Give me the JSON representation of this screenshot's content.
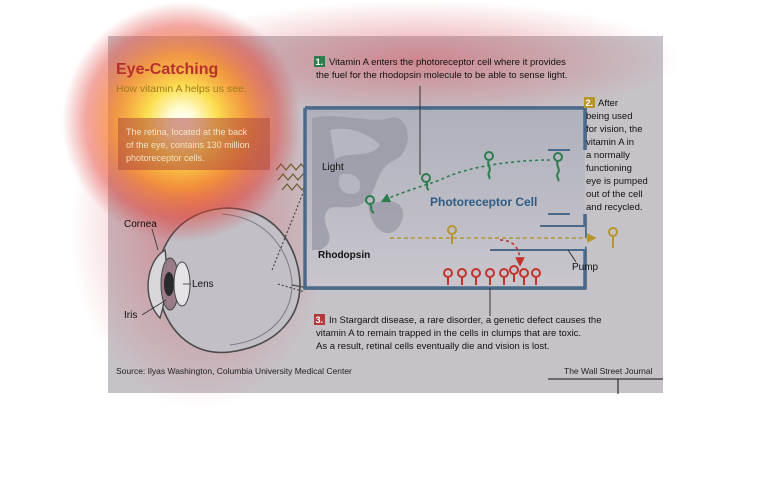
{
  "title": "Eye-Catching",
  "subtitle": "How vitamin A helps us see.",
  "retina_note": {
    "lines": [
      "The retina, located at the back",
      "of the eye, contains 130 million",
      "photoreceptor cells."
    ]
  },
  "labels": {
    "light": "Light",
    "cornea": "Cornea",
    "lens": "Lens",
    "iris": "Iris",
    "rhodopsin": "Rhodopsin",
    "photoreceptor_cell": "Photoreceptor Cell",
    "pump": "Pump"
  },
  "steps": [
    {
      "number": "1.",
      "color": "#2e7d4f",
      "lines": [
        "Vitamin A enters the photoreceptor cell where it provides",
        "the fuel for the rhodopsin molecule to be able to sense light."
      ]
    },
    {
      "number": "2.",
      "color": "#b8962e",
      "lines": [
        "After",
        "being used",
        "for vision, the",
        "vitamin A in",
        "a normally",
        "functioning",
        "eye is pumped",
        "out of the cell",
        "and recycled."
      ]
    },
    {
      "number": "3.",
      "color": "#b23a3a",
      "lines": [
        "In Stargardt disease, a rare disorder, a genetic defect causes the",
        "vitamin A to remain trapped in the cells in clumps that are toxic.",
        "As a result, retinal cells eventually die and vision is lost."
      ]
    }
  ],
  "source": "Source: Ilyas Washington, Columbia University Medical Center",
  "credit": "The Wall Street Journal",
  "colors": {
    "panel": "#c6c3c8",
    "cell_border": "#4b6a8a",
    "cell_fill": "#b9bcc6",
    "green": "#2e7d4f",
    "gold": "#b8962e",
    "red": "#b23a3a",
    "title": "#b7312c",
    "subtitle": "#a07a1e"
  }
}
